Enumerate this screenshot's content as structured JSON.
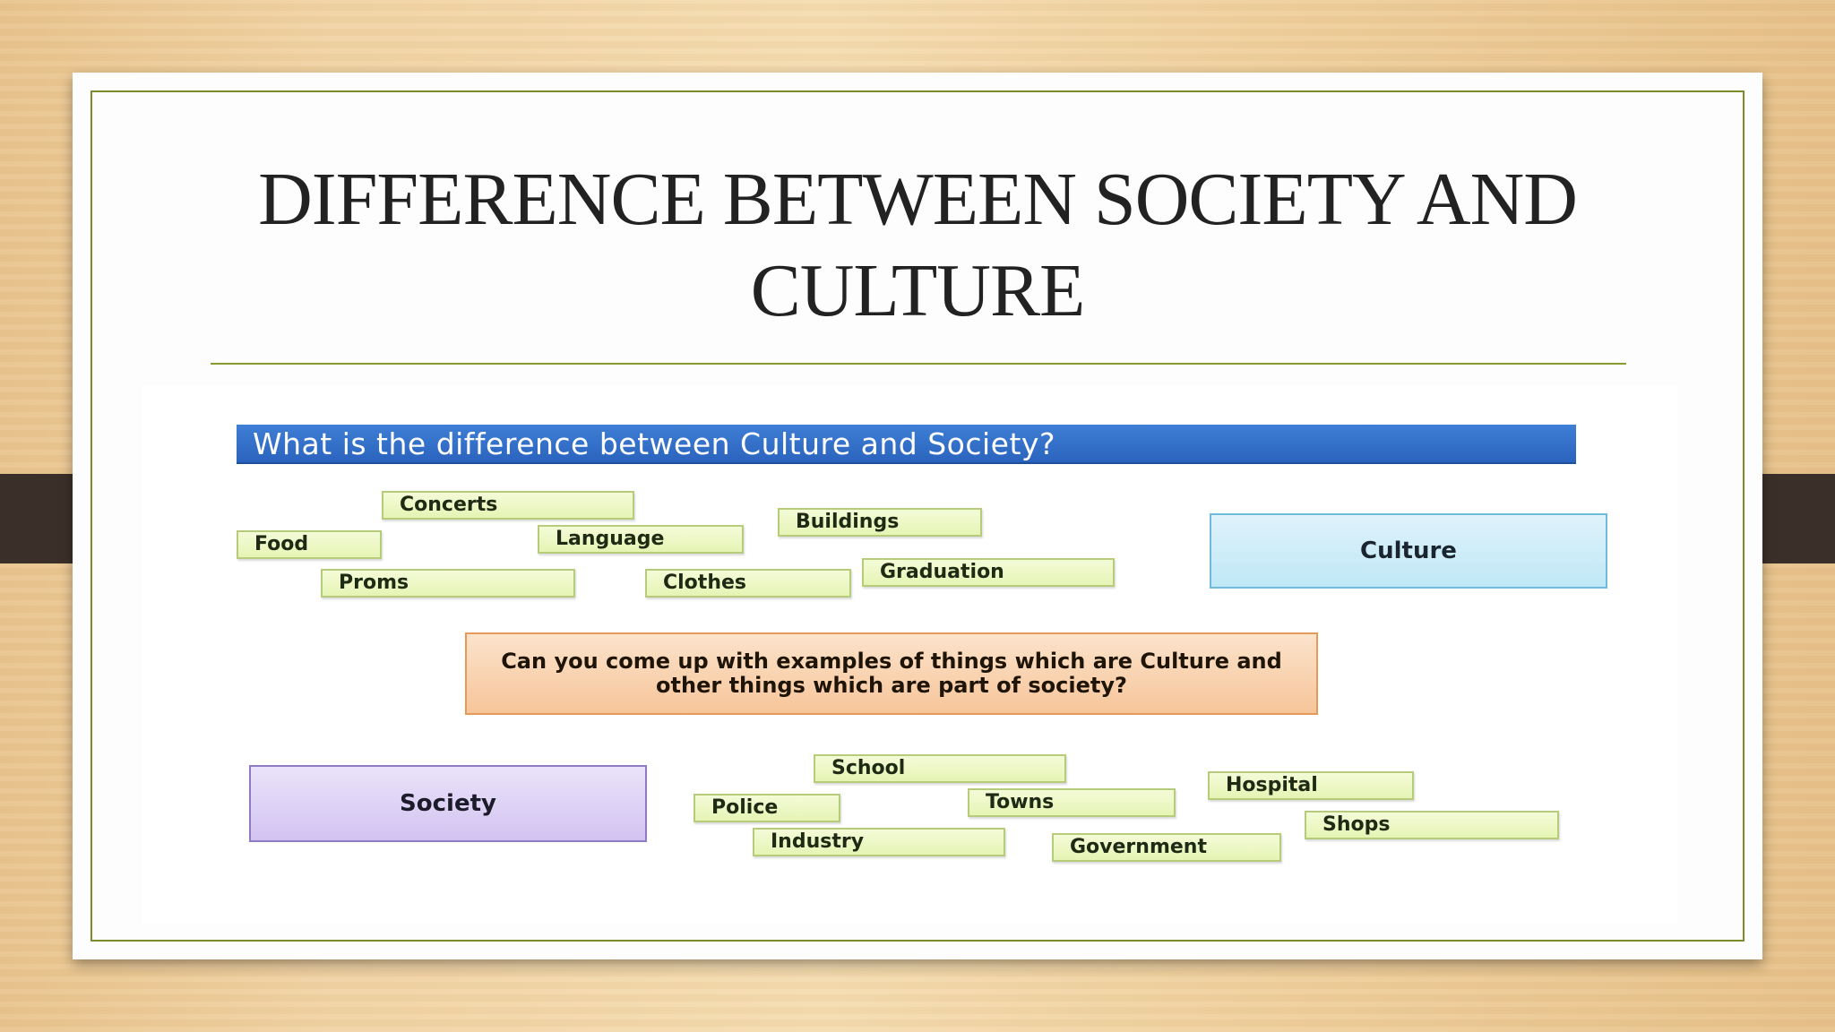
{
  "slide": {
    "title_line1": "DIFFERENCE BETWEEN SOCIETY AND",
    "title_line2": "CULTURE"
  },
  "diagram": {
    "banner": "What is the difference between Culture and Society?",
    "culture_label": "Culture",
    "society_label": "Society",
    "question": "Can you come up with examples of things which are Culture and other things which are part of society?",
    "culture_tags": [
      "Concerts",
      "Food",
      "Language",
      "Buildings",
      "Proms",
      "Clothes",
      "Graduation"
    ],
    "society_tags": [
      "School",
      "Police",
      "Towns",
      "Hospital",
      "Shops",
      "Industry",
      "Government"
    ]
  },
  "colors": {
    "banner": "#2f6fcb",
    "tag_fill": "#eaf6c0",
    "culture_fill": "#cdeef8",
    "society_fill": "#ddd2f5",
    "question_fill": "#f9d2ae",
    "accent_line": "#8a9a2e"
  }
}
